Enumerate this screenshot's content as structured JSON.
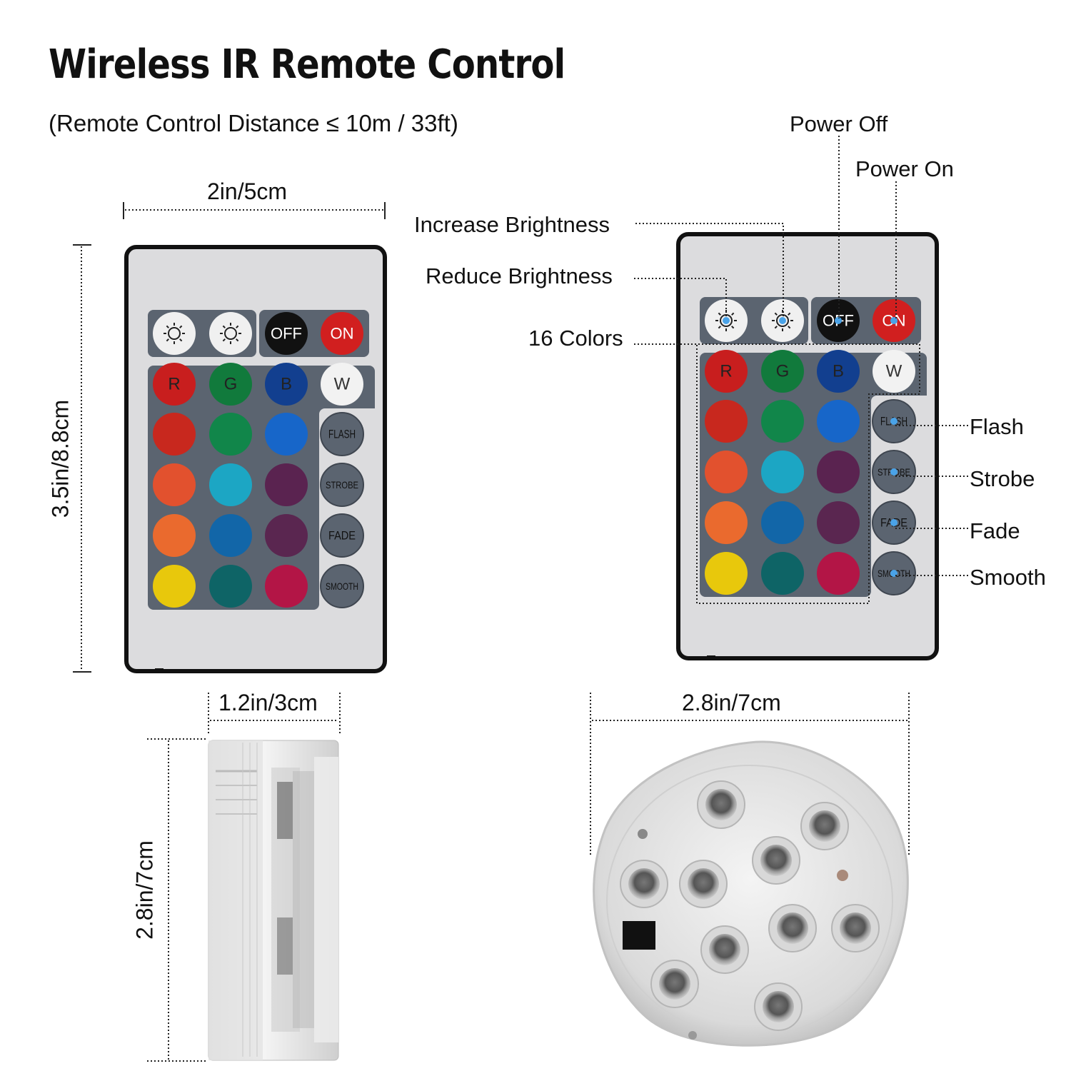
{
  "header": {
    "title": "Wireless IR Remote Control",
    "subtitle": "(Remote Control Distance ≤ 10m / 33ft)"
  },
  "dimensions": {
    "remote_width": "2in/5cm",
    "remote_height": "3.5in/8.8cm",
    "light_thickness": "1.2in/3cm",
    "light_side_height": "2.8in/7cm",
    "light_diameter": "2.8in/7cm"
  },
  "callouts": {
    "power_off": "Power Off",
    "power_on": "Power On",
    "increase_brightness": "Increase Brightness",
    "reduce_brightness": "Reduce Brightness",
    "colors": "16 Colors",
    "flash": "Flash",
    "strobe": "Strobe",
    "fade": "Fade",
    "smooth": "Smooth"
  },
  "remote": {
    "top_buttons": [
      "OFF",
      "ON"
    ],
    "rgbw_labels": [
      "R",
      "G",
      "B",
      "W"
    ],
    "mode_buttons": [
      "FLASH",
      "STROBE",
      "FADE",
      "SMOOTH"
    ],
    "colors": {
      "body": "#dcdcde",
      "panel": "#5b6470",
      "indicator_dot": "#4aa3e8",
      "rgbw": [
        "#c81e1e",
        "#117a3c",
        "#123f8f",
        "#f2f2f2"
      ],
      "grid": [
        [
          "#c8281e",
          "#11864a",
          "#1766c9"
        ],
        [
          "#e2512e",
          "#1ca6c4",
          "#5a2350"
        ],
        [
          "#ea6a2e",
          "#1266a8",
          "#5a2650"
        ],
        [
          "#e8c80c",
          "#0e6466",
          "#b31546"
        ]
      ]
    }
  }
}
